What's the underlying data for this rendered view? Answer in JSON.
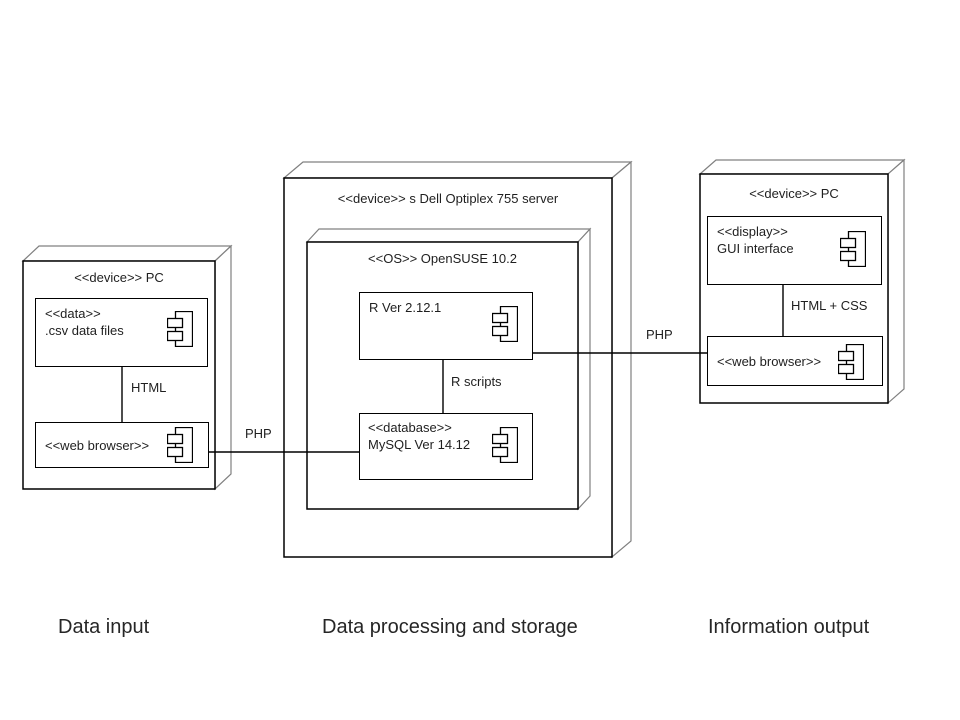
{
  "colors": {
    "line": "#000000",
    "depth_edge": "#808080",
    "text": "#1f1f1f",
    "background": "#ffffff"
  },
  "nodes": {
    "input_pc": {
      "title": "<<device>> PC",
      "data_component": {
        "line1": "<<data>>",
        "line2": ".csv data files",
        "icon": "uml-component-icon"
      },
      "browser_component": {
        "label": "<<web browser>>",
        "icon": "uml-component-icon"
      },
      "connector_label": "HTML"
    },
    "server": {
      "title": "<<device>> s Dell Optiplex 755 server",
      "os": {
        "title": "<<OS>> OpenSUSE 10.2"
      },
      "r_component": {
        "label": "R Ver 2.12.1",
        "icon": "uml-component-icon"
      },
      "db_component": {
        "line1": "<<database>>",
        "line2": "MySQL Ver 14.12",
        "icon": "uml-component-icon"
      },
      "connector_label": "R scripts"
    },
    "output_pc": {
      "title": "<<device>> PC",
      "display_component": {
        "line1": "<<display>>",
        "line2": "GUI interface",
        "icon": "uml-component-icon"
      },
      "browser_component": {
        "label": "<<web browser>>",
        "icon": "uml-component-icon"
      },
      "connector_label": "HTML + CSS"
    }
  },
  "links": {
    "left_php": "PHP",
    "right_php": "PHP"
  },
  "captions": {
    "left": "Data input",
    "middle": "Data processing and storage",
    "right": "Information output"
  }
}
